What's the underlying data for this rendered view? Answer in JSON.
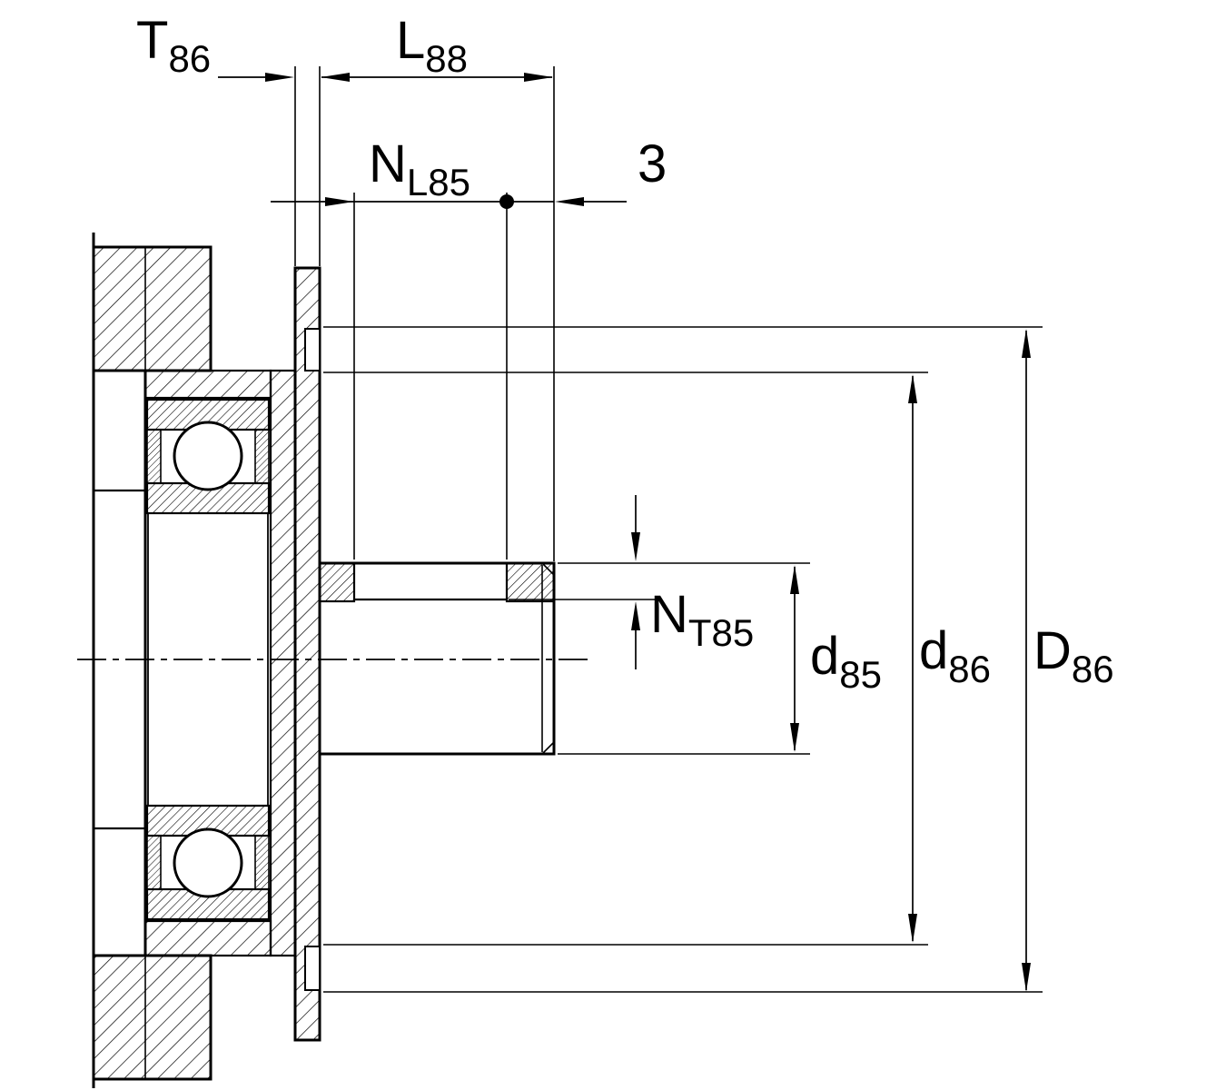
{
  "figure": {
    "type": "engineering-cross-section",
    "colors": {
      "line": "#000000",
      "background": "#ffffff"
    }
  },
  "labels": {
    "T86": {
      "main": "T",
      "sub": "86"
    },
    "L88": {
      "main": "L",
      "sub": "88"
    },
    "NL85": {
      "main": "N",
      "sub": "L85"
    },
    "gap3": {
      "main": "3",
      "sub": ""
    },
    "NT85": {
      "main": "N",
      "sub": "T85"
    },
    "d85": {
      "main": "d",
      "sub": "85"
    },
    "d86": {
      "main": "d",
      "sub": "86"
    },
    "D86": {
      "main": "D",
      "sub": "86"
    }
  }
}
